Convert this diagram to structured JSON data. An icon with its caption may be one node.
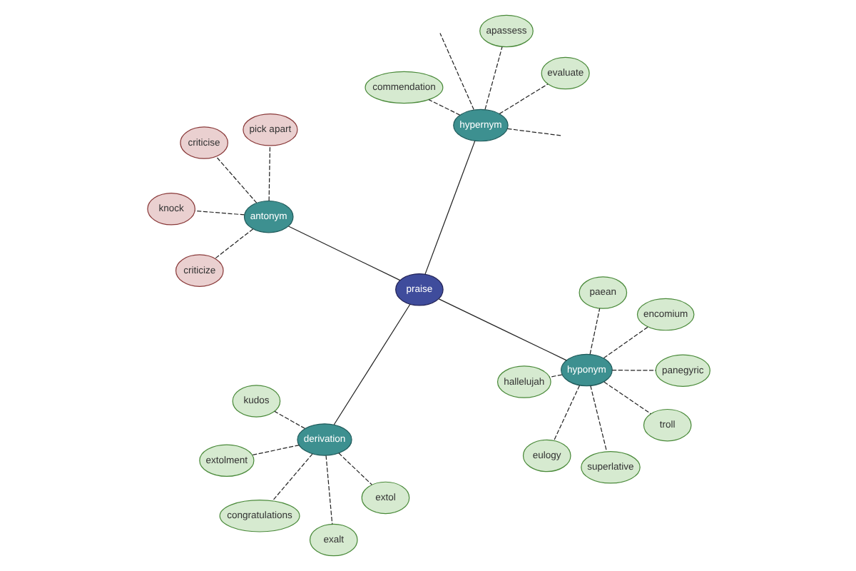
{
  "diagram": {
    "nodes": [
      {
        "text": [
          "praise"
        ]
      },
      {
        "text": [
          "derivation"
        ]
      },
      {
        "text": [
          "exalt"
        ]
      },
      {
        "text": [
          "kudos"
        ]
      },
      {
        "text": [
          "extol"
        ]
      },
      {
        "text": [
          "extolment"
        ]
      },
      {
        "text": [
          "congratulations"
        ]
      },
      {
        "text": [
          "hyponym"
        ]
      },
      {
        "text": [
          "eulogy"
        ]
      },
      {
        "text": [
          "troll"
        ]
      },
      {
        "text": [
          "superlative"
        ]
      },
      {
        "text": [
          "hallelujah"
        ]
      },
      {
        "text": [
          "panegyric"
        ]
      },
      {
        "text": [
          "encomium"
        ]
      },
      {
        "text": [
          "paean"
        ]
      },
      {
        "text": [
          "criticize"
        ]
      },
      {
        "text": [
          "antonym"
        ]
      },
      {
        "text": [
          "criticise"
        ]
      },
      {
        "text": [
          "knock"
        ]
      },
      {
        "text": [
          "pick apart"
        ]
      },
      {
        "text": [
          "hypernym"
        ]
      },
      {
        "text": [
          "commendation"
        ]
      },
      {
        "text": [
          "apassess"
        ]
      },
      {
        "text": [
          "evaluate"
        ]
      }
    ],
    "edges": [
      {
        "from": 0,
        "to": 1,
        "arrow": "none"
      },
      {
        "from": 0,
        "to": 7,
        "arrow": "none"
      },
      {
        "from": 0,
        "to": 16,
        "arrow": "none"
      },
      {
        "from": 0,
        "to": 20,
        "arrow": "none"
      },
      {
        "from": 1,
        "to": 2,
        "arrow": "none",
        "style": "dashed"
      },
      {
        "from": 1,
        "to": 3,
        "arrow": "none",
        "style": "dashed"
      },
      {
        "from": 1,
        "to": 4,
        "arrow": "none",
        "style": "dashed"
      },
      {
        "from": 1,
        "to": 5,
        "arrow": "none",
        "style": "dashed"
      },
      {
        "from": 1,
        "to": 6,
        "arrow": "none",
        "style": "dashed"
      },
      {
        "from": 7,
        "to": 8,
        "arrow": "none",
        "style": "dashed"
      },
      {
        "from": 7,
        "to": 9,
        "arrow": "none",
        "style": "dashed"
      },
      {
        "from": 7,
        "to": 10,
        "arrow": "none",
        "style": "dashed"
      },
      {
        "from": 7,
        "to": 11,
        "arrow": "none",
        "style": "dashed"
      },
      {
        "from": 7,
        "to": 12,
        "arrow": "none",
        "style": "dashed"
      },
      {
        "from": 7,
        "to": 13,
        "arrow": "none",
        "style": "dashed"
      },
      {
        "from": 7,
        "to": 14,
        "arrow": "none",
        "style": "dashed"
      },
      {
        "from": 16,
        "to": 15,
        "arrow": "none",
        "style": "dashed"
      },
      {
        "from": 16,
        "to": 17,
        "arrow": "none",
        "style": "dashed"
      },
      {
        "from": 16,
        "to": 18,
        "arrow": "none",
        "style": "dashed"
      },
      {
        "from": 16,
        "to": 19,
        "arrow": "none",
        "style": "dashed"
      },
      {
        "from": 20,
        "to": 21,
        "arrow": "none",
        "style": "dashed"
      },
      {
        "from": 20,
        "to": 22,
        "arrow": "none",
        "style": "dashed"
      },
      {
        "from": 20,
        "to": 23,
        "arrow": "none",
        "style": "dashed"
      },
      {
        "from": 20,
        "to": null,
        "arrow": "none",
        "style": "dashed"
      },
      {
        "from": 20,
        "to": null,
        "arrow": "none",
        "style": "dashed"
      }
    ]
  }
}
